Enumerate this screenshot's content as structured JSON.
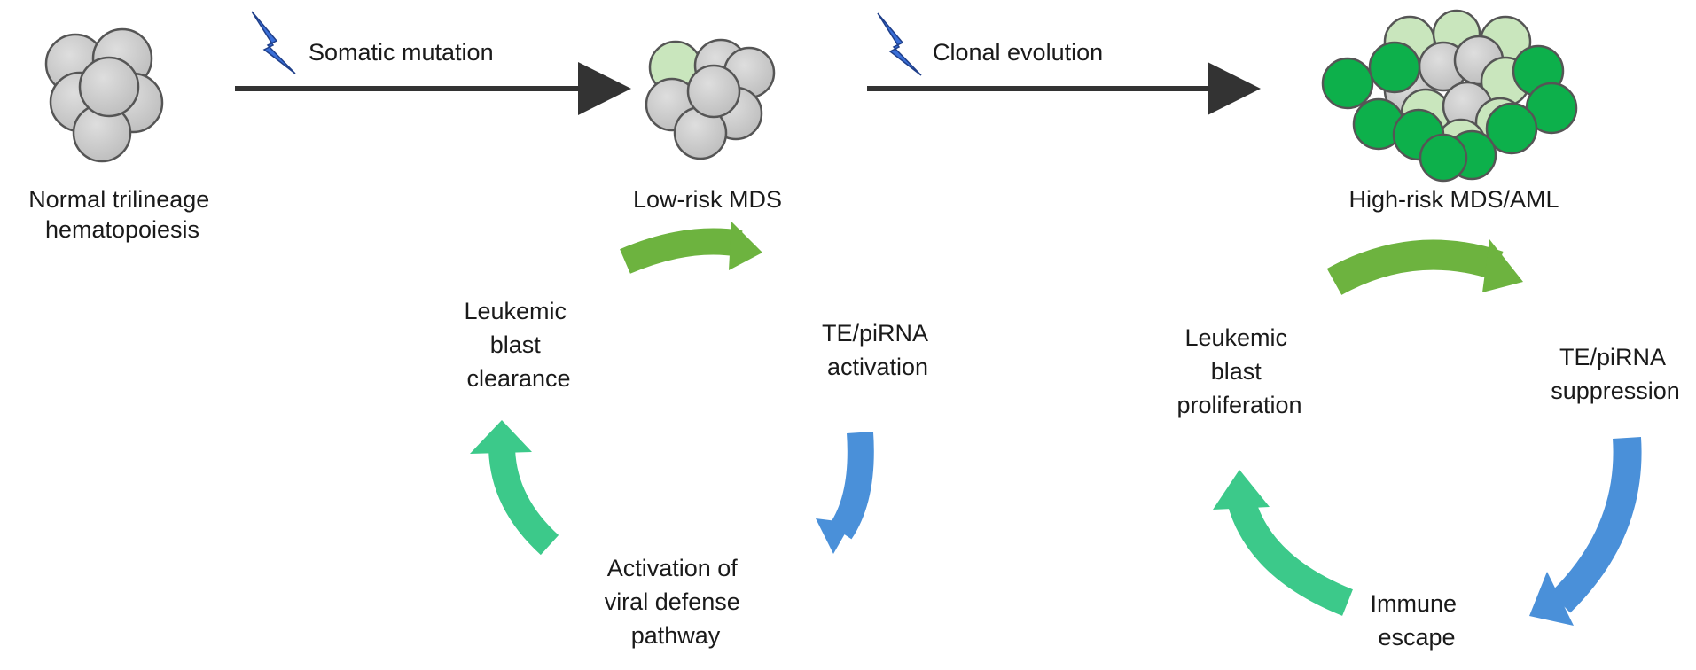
{
  "stages": {
    "normal": {
      "line1": "Normal trilineage",
      "line2": "hematopoiesis"
    },
    "low_risk": {
      "label": "Low-risk MDS"
    },
    "high_risk": {
      "label": "High-risk MDS/AML"
    }
  },
  "transitions": {
    "somatic_mutation": "Somatic mutation",
    "clonal_evolution": "Clonal evolution"
  },
  "low_risk_cycle": {
    "te_activation": {
      "line1": "TE/piRNA",
      "line2": "activation"
    },
    "viral_defense": {
      "line1": "Activation of",
      "line2": "viral defense",
      "line3": "pathway"
    },
    "blast_clearance": {
      "line1": "Leukemic",
      "line2": "blast",
      "line3": "clearance"
    }
  },
  "high_risk_cycle": {
    "te_suppression": {
      "line1": "TE/piRNA",
      "line2": "suppression"
    },
    "immune_escape": {
      "line1": "Immune",
      "line2": "escape"
    },
    "blast_proliferation": {
      "line1": "Leukemic",
      "line2": "blast",
      "line3": "proliferation"
    }
  },
  "colors": {
    "normal_cell": "#c8c8c8",
    "mutant_cell_light": "#c9e6bd",
    "mutant_cell_dark": "#0db04b",
    "arrow_green": "#6db33f",
    "arrow_blue": "#4a90d9",
    "arrow_teal": "#3cc98a",
    "lightning": "#3a6fd8",
    "main_arrow": "#333333"
  },
  "icons": [
    "lightning-bolt-icon",
    "cell-cluster-icon"
  ]
}
